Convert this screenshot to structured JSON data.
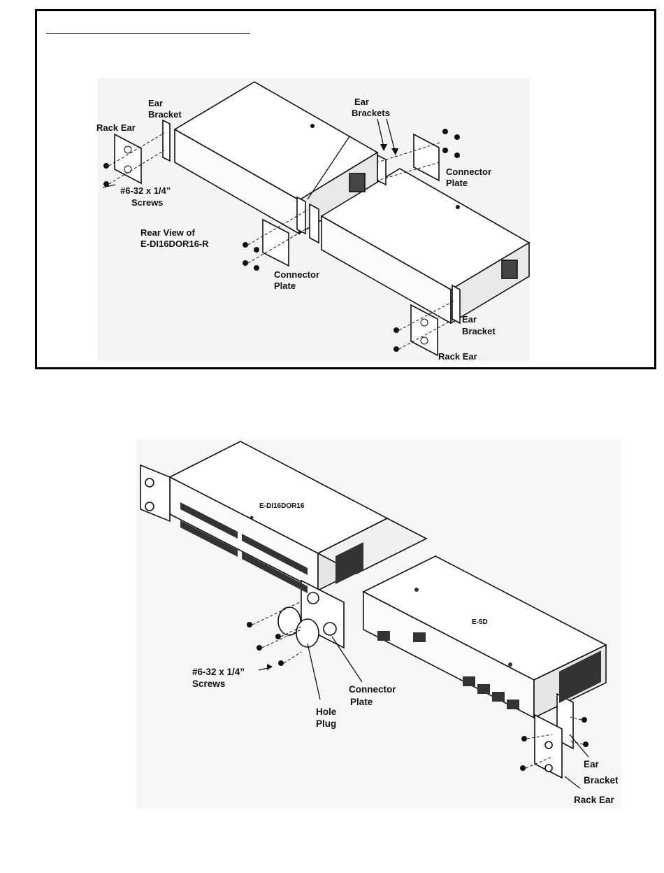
{
  "top_diagram": {
    "labels": {
      "rack_ear_left": "Rack Ear",
      "ear_bracket_left_1": "Ear",
      "ear_bracket_left_2": "Bracket",
      "ear_brackets_mid_1": "Ear",
      "ear_brackets_mid_2": "Brackets",
      "connector_plate_right_1": "Connector",
      "connector_plate_right_2": "Plate",
      "screws_1": "#6-32 x 1/4”",
      "screws_2": "Screws",
      "rear_view_1": "Rear View of",
      "rear_view_2": "E-DI16DOR16-R",
      "connector_plate_mid_1": "Connector",
      "connector_plate_mid_2": "Plate",
      "ear_bracket_right_1": "Ear",
      "ear_bracket_right_2": "Bracket",
      "rack_ear_right": "Rack Ear"
    }
  },
  "bottom_diagram": {
    "labels": {
      "unit_left": "E-DI16DOR16",
      "unit_right": "E-5D",
      "screws_1": "#6-32 x 1/4”",
      "screws_2": "Screws",
      "connector_plate_1": "Connector",
      "connector_plate_2": "Plate",
      "hole_plug_1": "Hole",
      "hole_plug_2": "Plug",
      "ear_1": "Ear",
      "bracket_1": "Bracket",
      "rack_ear": "Rack Ear"
    }
  }
}
